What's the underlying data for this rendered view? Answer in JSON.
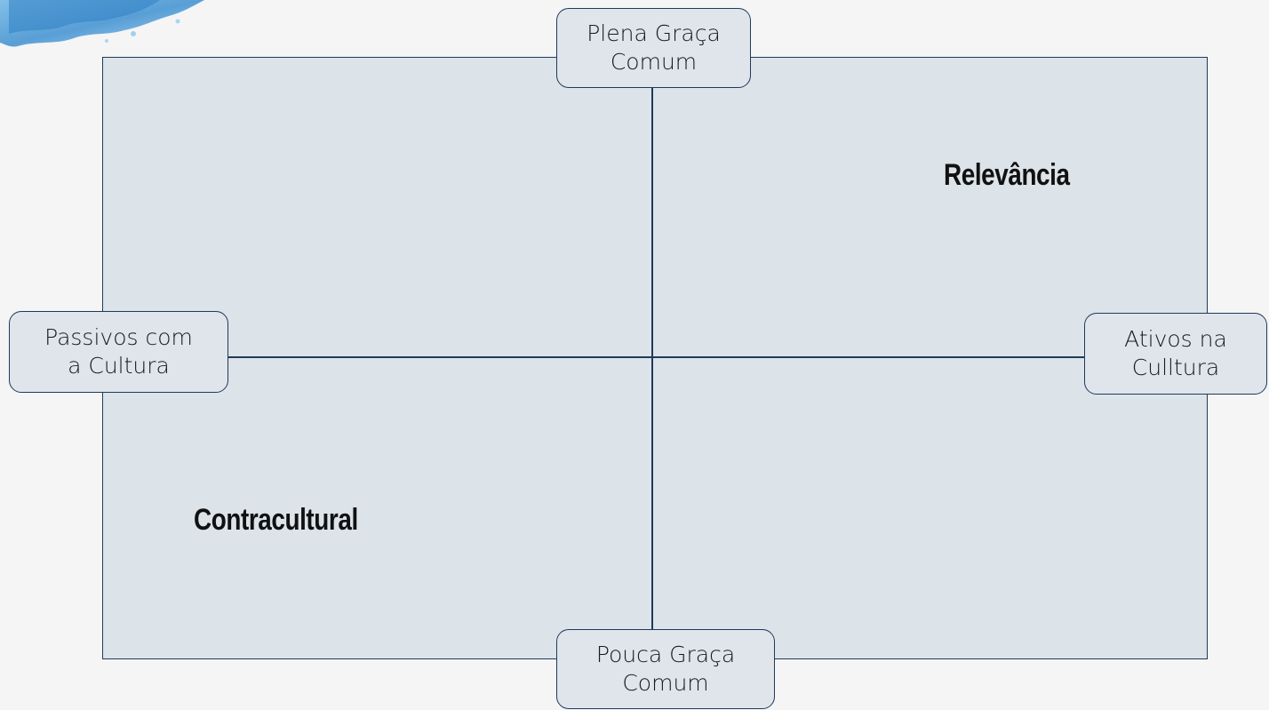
{
  "nodes": {
    "top": "Plena Graça\nComum",
    "bottom": "Pouca Graça\nComum",
    "left": "Passivos com\na Cultura",
    "right": "Ativos na\nCulltura"
  },
  "quadrants": {
    "top_right": "Relevância",
    "bottom_left": "Contracultural"
  },
  "colors": {
    "frame_fill": "#dce3e9",
    "line": "#1f3a5a",
    "background": "#f5f5f5"
  }
}
